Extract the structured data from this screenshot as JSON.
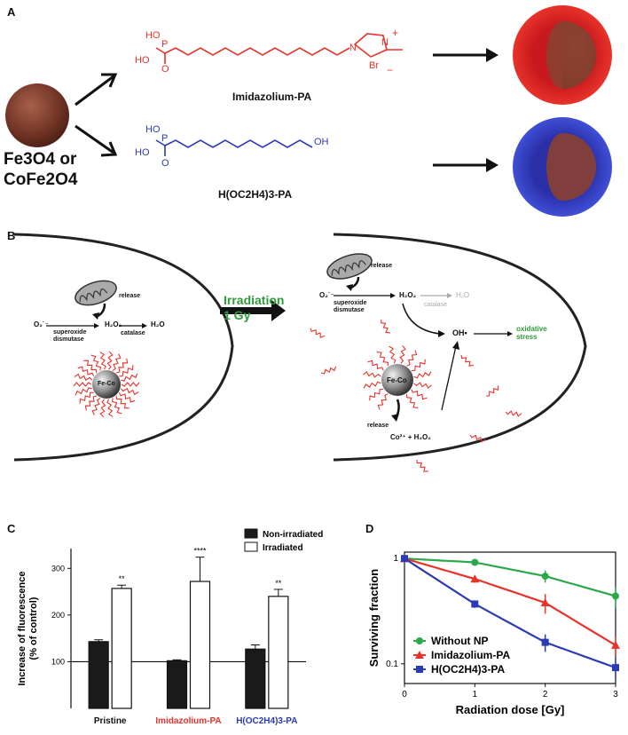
{
  "panel_a": {
    "letter": "A",
    "np_label_line1": "Fe3O4 or",
    "np_label_line2": "CoFe2O4",
    "ligand_red_name": "Imidazolium-PA",
    "ligand_blue_name": "H(OC2H4)3-PA",
    "chem_ho": "HO",
    "chem_p": "P",
    "chem_o": "O",
    "chem_oh": "OH",
    "chem_n": "N",
    "chem_plus": "+",
    "chem_br": "Br",
    "chem_minus": "−",
    "colors": {
      "red": "#e8332a",
      "blue": "#2b3bb5",
      "particle": "#7a3a2a"
    }
  },
  "panel_b": {
    "letter": "B",
    "irradiation_line1": "Irradiation",
    "irradiation_line2": "1 Gy",
    "left": {
      "release": "release",
      "superoxide": "superoxide",
      "dismutase": "dismutase",
      "catalase": "catalase",
      "o2": "O₂˙⁻",
      "h2o2": "H₂O₂",
      "h2o": "H₂O",
      "np": "Fe-Co"
    },
    "right": {
      "release_top": "release",
      "superoxide": "superoxide",
      "dismutase": "dismutase",
      "catalase": "catalase",
      "o2": "O₂˙⁻",
      "h2o2": "H₂O₂",
      "h2o": "H₂O",
      "np": "Fe-Co",
      "oh": "OH•",
      "oxidative1": "oxidative",
      "oxidative2": "stress",
      "release_bottom": "release",
      "co_reaction": "Co²⁺ + H₂O₂"
    },
    "colors": {
      "green": "#2e9a3a",
      "red": "#e8332a"
    }
  },
  "panel_c": {
    "letter": "C",
    "ylabel_line1": "Increase of fluorescence",
    "ylabel_line2": "(% of control)",
    "legend": [
      "Non-irradiated",
      "Irradiated"
    ],
    "chart_data": {
      "type": "bar",
      "categories": [
        "Pristine",
        "Imidazolium-PA",
        "H(OC2H4)3-PA"
      ],
      "category_colors": [
        "#111111",
        "#e8332a",
        "#2b3bb5"
      ],
      "series": [
        {
          "name": "Non-irradiated",
          "values": [
            143,
            102,
            127
          ],
          "errors": [
            4,
            2,
            9
          ]
        },
        {
          "name": "Irradiated",
          "values": [
            257,
            272,
            240
          ],
          "errors": [
            7,
            52,
            15
          ]
        }
      ],
      "significance": [
        "**",
        "****",
        "**"
      ],
      "yticks": [
        "100",
        "200",
        "300"
      ],
      "ylim": [
        0,
        350
      ],
      "reference_line": 100
    }
  },
  "panel_d": {
    "letter": "D",
    "ylabel": "Surviving fraction",
    "xlabel": "Radiation dose [Gy]",
    "chart_data": {
      "type": "line",
      "x": [
        0,
        1,
        2,
        3
      ],
      "xticks": [
        "0",
        "1",
        "2",
        "3"
      ],
      "yticks": [
        "0.1",
        "1"
      ],
      "yscale": "log",
      "ylim": [
        0.065,
        1.15
      ],
      "series": [
        {
          "name": "Without NP",
          "color": "#2aa84a",
          "marker": "circle",
          "values": [
            1.0,
            0.92,
            0.68,
            0.44
          ],
          "errors": [
            0.02,
            0.03,
            0.09,
            0.1
          ]
        },
        {
          "name": "Imidazolium-PA",
          "color": "#e8332a",
          "marker": "triangle",
          "values": [
            1.0,
            0.64,
            0.38,
            0.15
          ],
          "errors": [
            0.02,
            0.05,
            0.08,
            0.03
          ]
        },
        {
          "name": "H(OC2H4)3-PA",
          "color": "#2b3bb5",
          "marker": "square",
          "values": [
            1.0,
            0.37,
            0.16,
            0.092
          ],
          "errors": [
            0.02,
            0.03,
            0.03,
            0.02
          ]
        }
      ]
    }
  }
}
